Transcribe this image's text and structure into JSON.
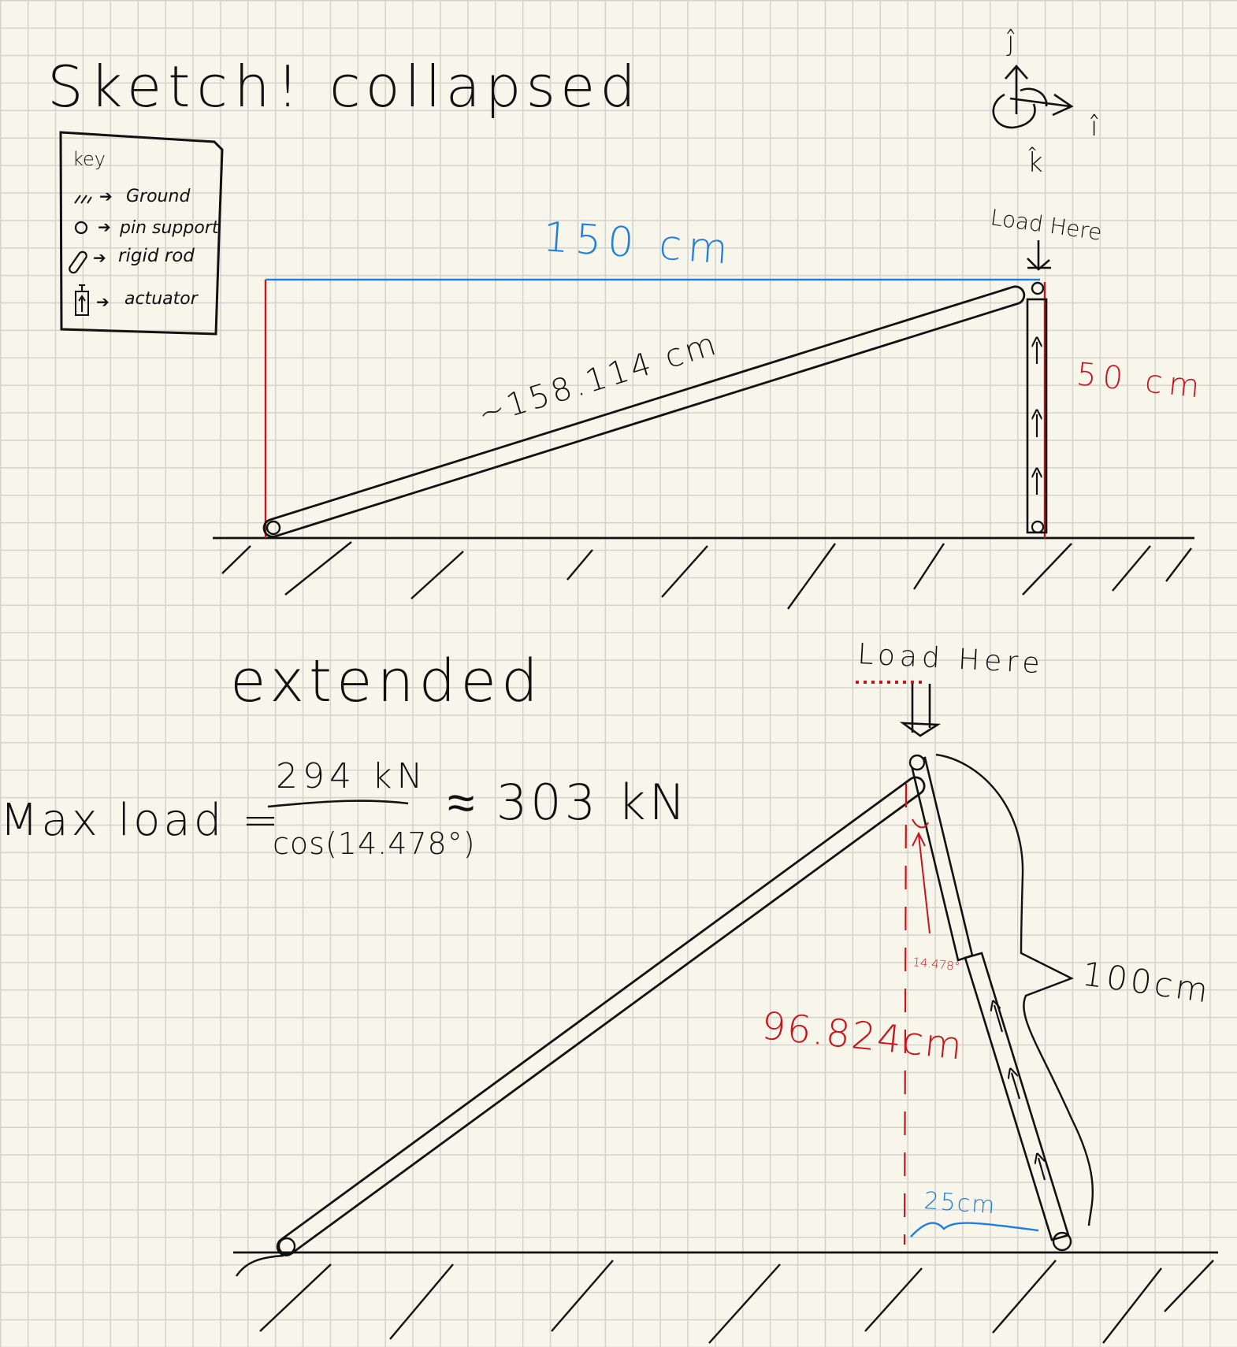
{
  "colors": {
    "ink": "#111111",
    "dimension_red": "#c8141c",
    "dimension_blue": "#1f7fe0",
    "paper": "#f8f6ea",
    "grid": "#d3d3cd"
  },
  "title": "Sketch!",
  "collapsed_label": "collapsed",
  "extended_label": "extended",
  "key": {
    "title": "key",
    "items": [
      {
        "icon": "ground-hatch-icon",
        "label": "Ground"
      },
      {
        "icon": "pin-support-icon",
        "label": "pin support"
      },
      {
        "icon": "rigid-rod-icon",
        "label": "rigid rod"
      },
      {
        "icon": "actuator-icon",
        "label": "actuator"
      }
    ]
  },
  "axes": {
    "j": "ĵ",
    "i": "î",
    "k": "k̂"
  },
  "collapsed": {
    "load_label": "Load Here",
    "width_label": "150 cm",
    "height_label": "50 cm",
    "rod_label": "~158.114 cm"
  },
  "extended": {
    "load_label": "Load Here",
    "max_load_prefix": "Max load =",
    "numerator": "294 kN",
    "denominator": "cos(14.478°)",
    "result": "≈ 303 kN",
    "angle_label": "14.478°",
    "height_label": "96.824cm",
    "actuator_length_label": "100cm",
    "base_label": "25cm"
  }
}
